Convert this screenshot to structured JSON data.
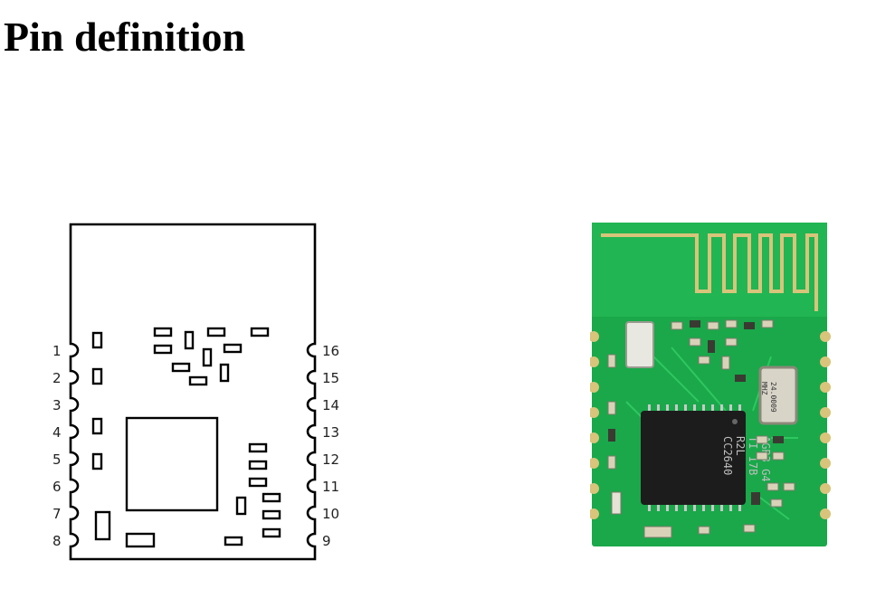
{
  "page": {
    "title": "Pin definition"
  },
  "module_diagram": {
    "left_pins": [
      "1",
      "2",
      "3",
      "4",
      "5",
      "6",
      "7",
      "8"
    ],
    "right_pins": [
      "16",
      "15",
      "14",
      "13",
      "12",
      "11",
      "10",
      "9"
    ]
  },
  "module_photo": {
    "chip_marking": [
      "CC2640",
      "R2L",
      "TI 17B",
      "AGR3 G4"
    ],
    "crystal_marking": [
      "24.0009",
      "MHZ"
    ],
    "colors": {
      "pcb": "#1aa84a",
      "pcb_dark": "#128a3a",
      "gold": "#d8c47a",
      "chip": "#1c1c1c"
    }
  }
}
